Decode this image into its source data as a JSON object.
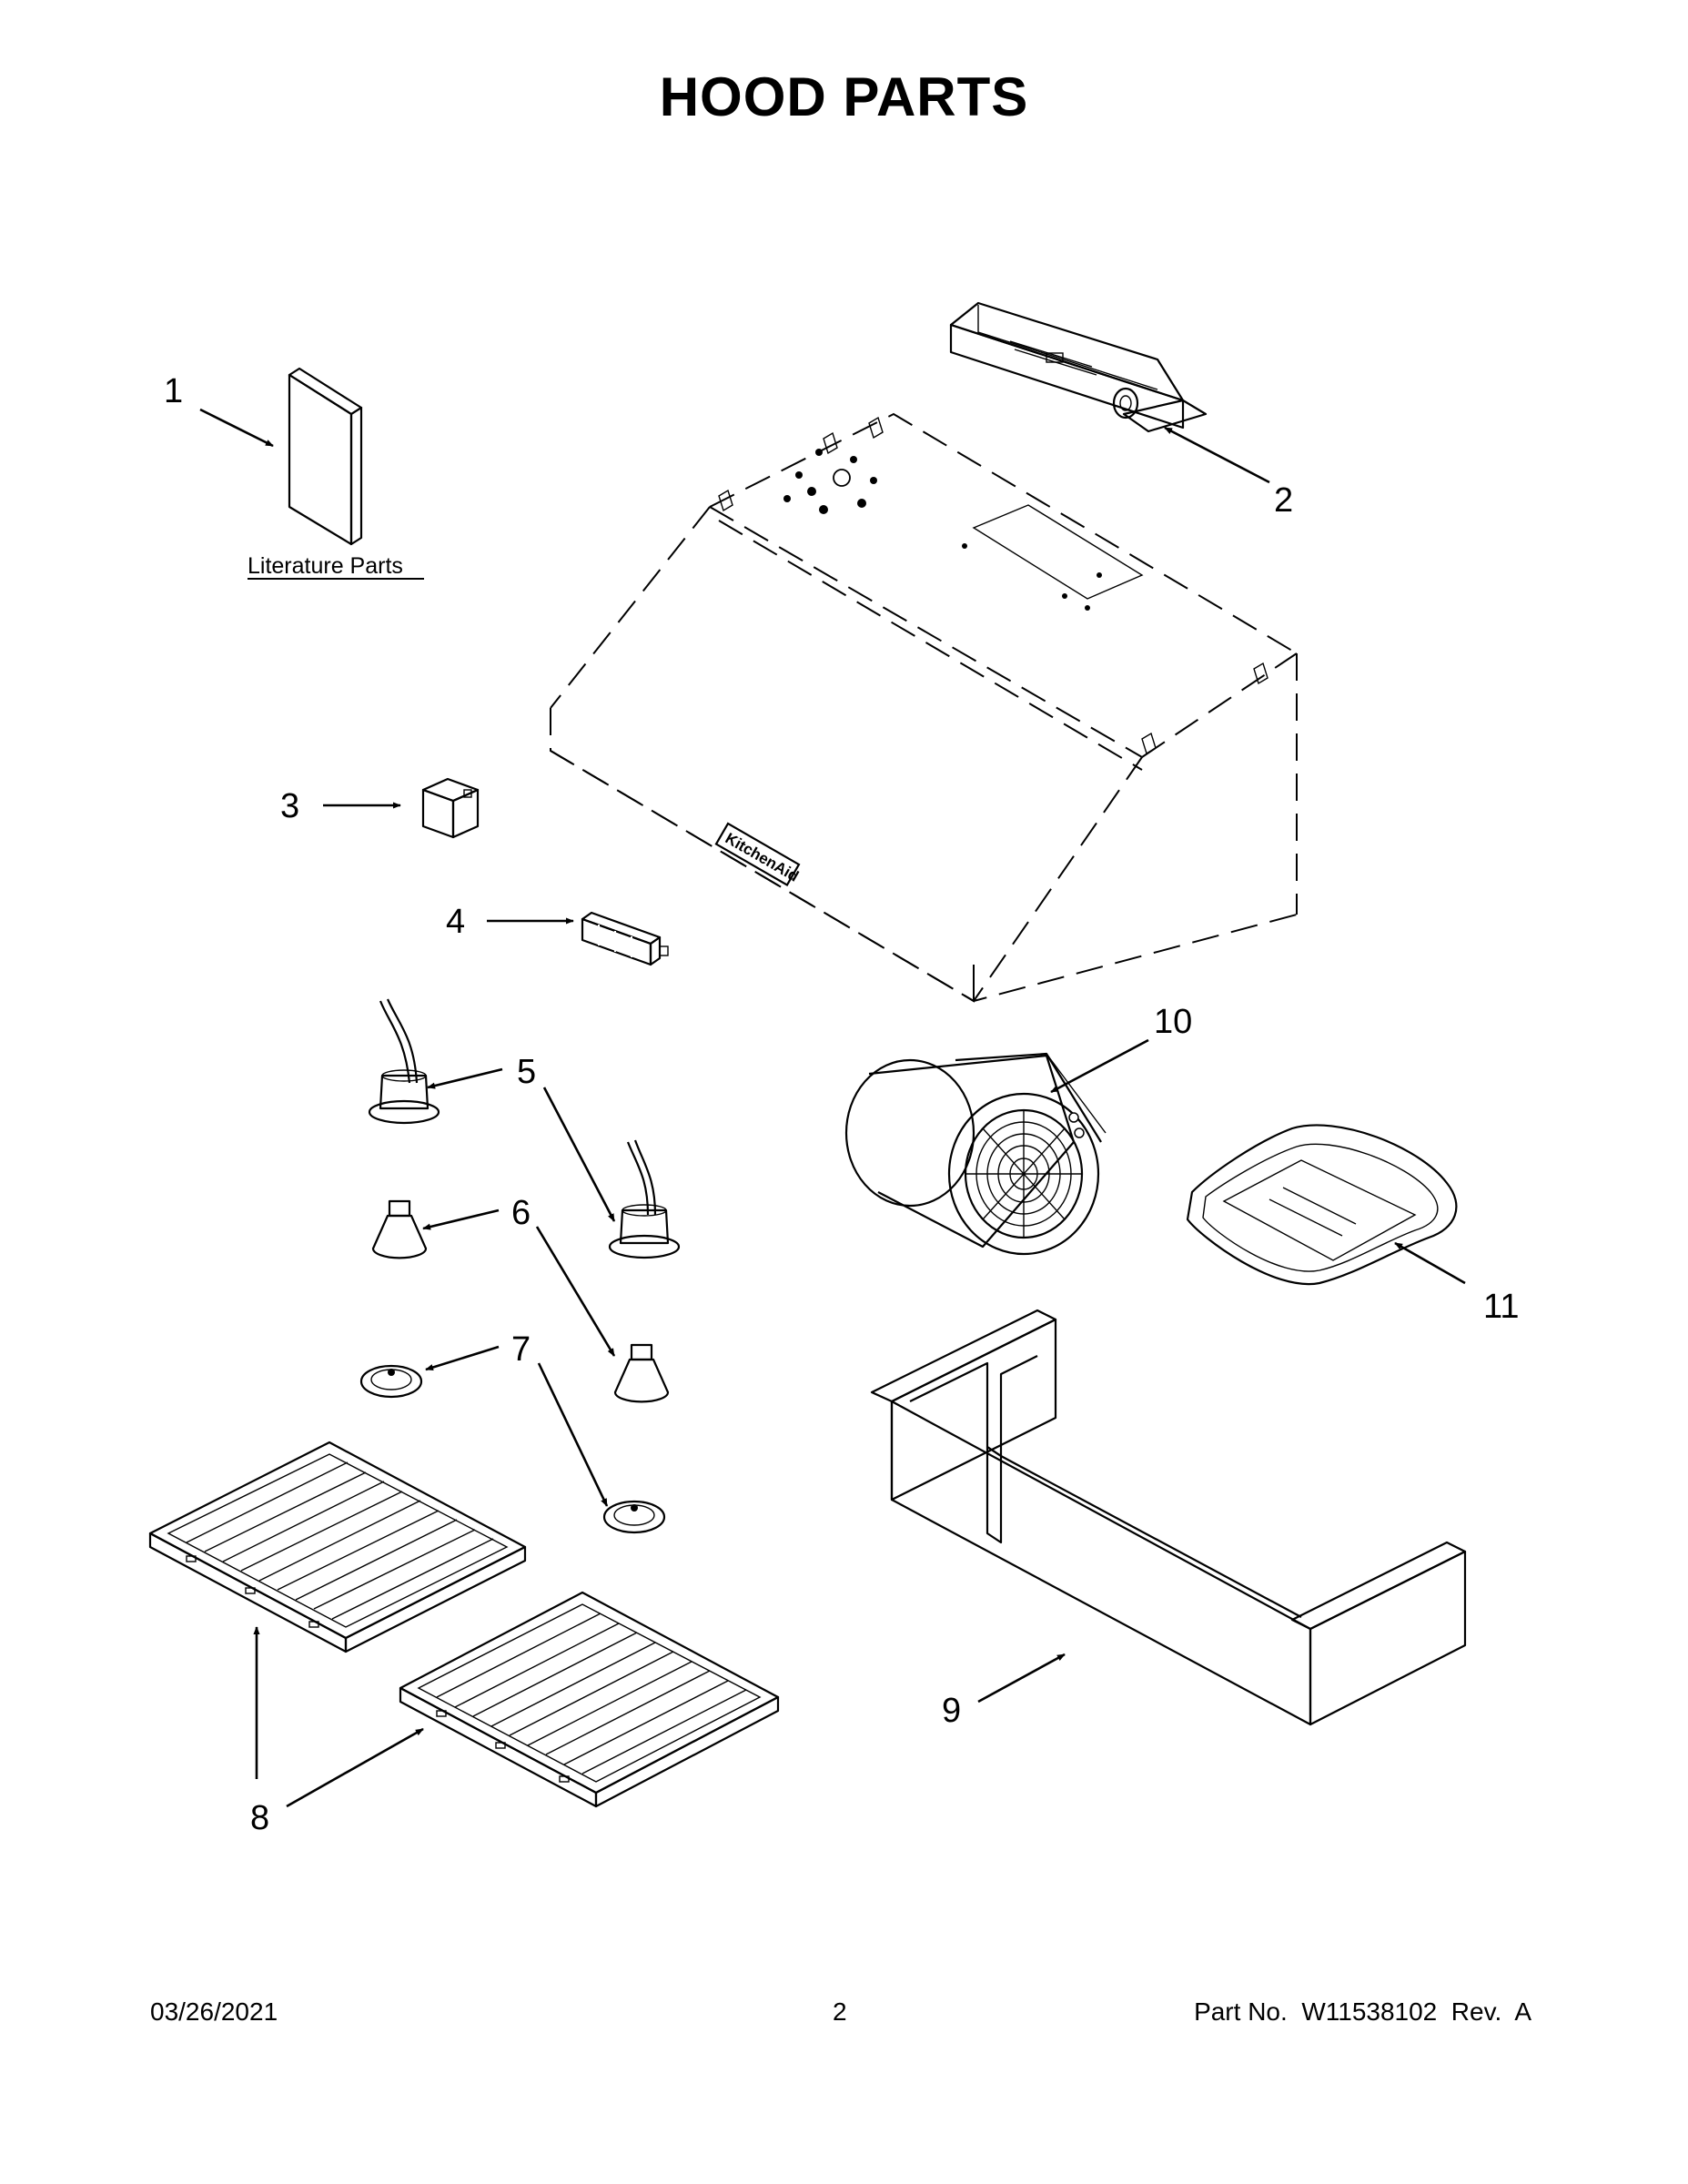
{
  "title": "HOOD PARTS",
  "literature_label": "Literature Parts",
  "brand_badge": "KitchenAid",
  "callouts": [
    "1",
    "2",
    "3",
    "4",
    "5",
    "6",
    "7",
    "8",
    "9",
    "10",
    "11"
  ],
  "footer": {
    "date": "03/26/2021",
    "page": "2",
    "part": "Part No.  W11538102  Rev.  A"
  }
}
